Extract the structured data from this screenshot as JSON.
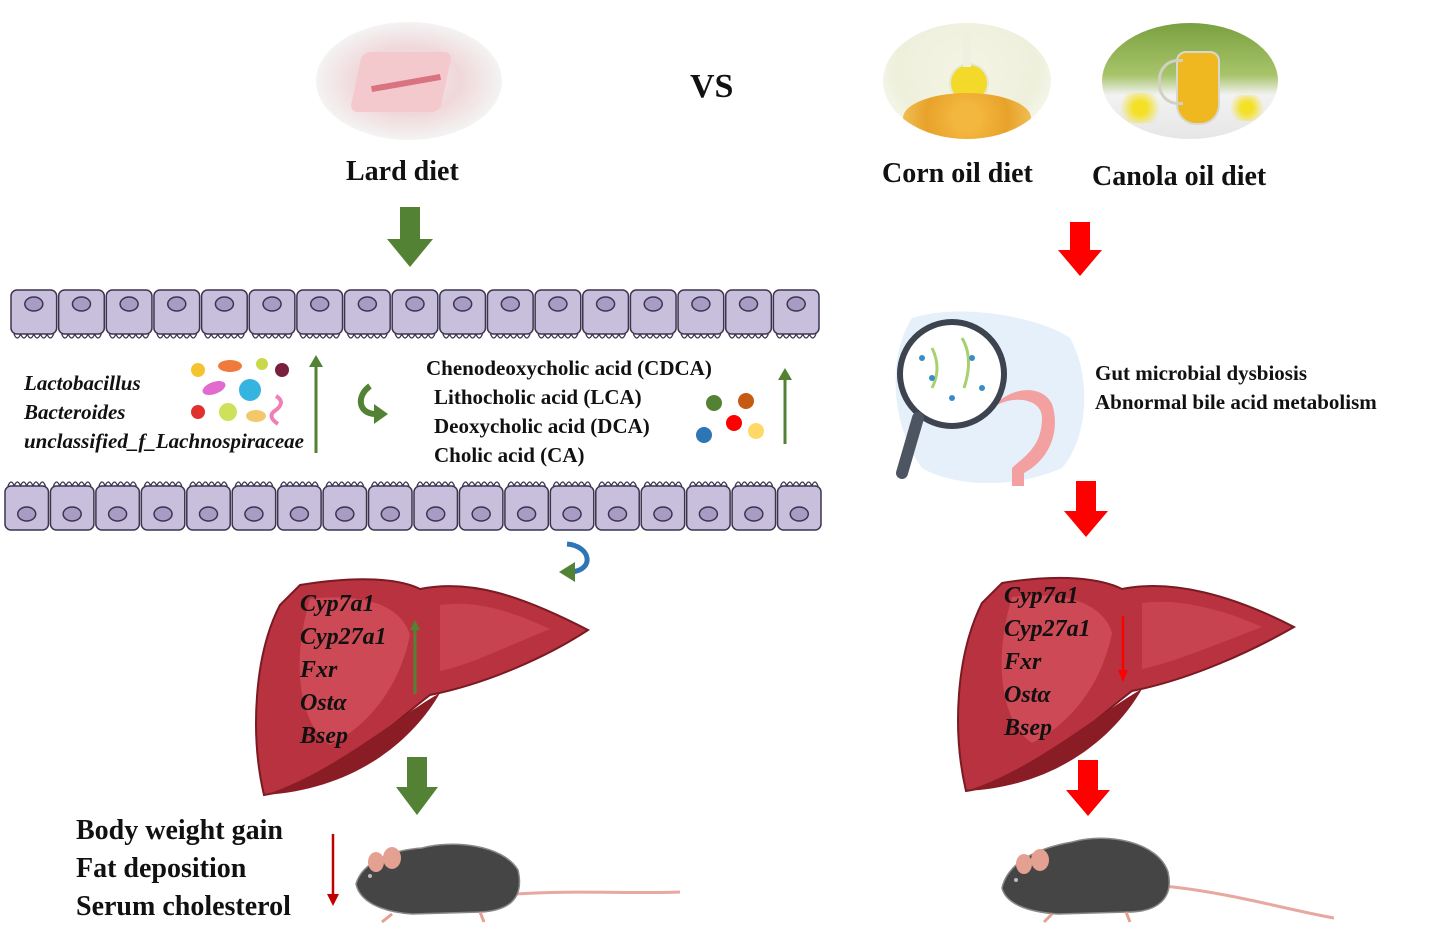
{
  "header": {
    "vs_label": "VS",
    "left_diet": {
      "label": "Lard diet",
      "image": "lard-photo"
    },
    "right_diets": [
      {
        "label": "Corn oil diet",
        "image": "corn-oil-photo"
      },
      {
        "label": "Canola oil diet",
        "image": "canola-oil-photo"
      }
    ]
  },
  "colors": {
    "positive_arrow": "#548235",
    "negative_arrow": "#ff0000",
    "down_arrow_dark": "#c00000",
    "cell_fill": "#c8bfdc",
    "liver": "#b8323f",
    "mouse": "#454545"
  },
  "left": {
    "bacteria": [
      "Lactobacillus",
      "Bacteroides",
      "unclassified_f_Lachnospiraceae"
    ],
    "bacteria_trend": "up",
    "bile_acids": [
      "Chenodeoxycholic acid (CDCA)",
      "Lithocholic acid (LCA)",
      "Deoxycholic acid (DCA)",
      "Cholic acid (CA)"
    ],
    "bile_acids_trend": "up",
    "liver_genes": [
      "Cyp7a1",
      "Cyp27a1",
      "Fxr",
      "Ostα",
      "Bsep"
    ],
    "liver_genes_trend": "up",
    "outcomes": [
      "Body weight gain",
      "Fat deposition",
      "Serum cholesterol"
    ],
    "outcomes_trend": "down"
  },
  "right": {
    "effects": [
      "Gut microbial dysbiosis",
      "Abnormal bile acid metabolism"
    ],
    "liver_genes": [
      "Cyp7a1",
      "Cyp27a1",
      "Fxr",
      "Ostα",
      "Bsep"
    ],
    "liver_genes_trend": "down"
  }
}
